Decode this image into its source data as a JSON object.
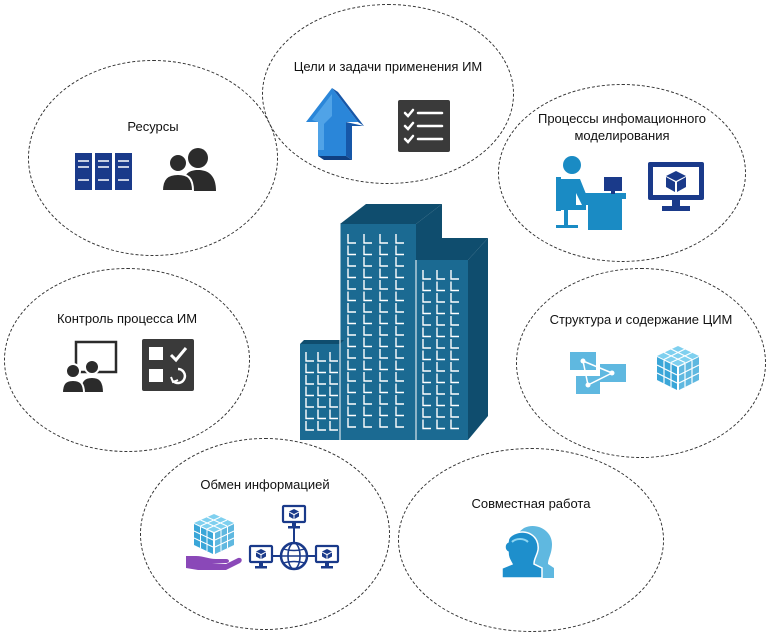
{
  "topics": {
    "goals": "Цели и задачи применения ИМ",
    "resources": "Ресурсы",
    "processes_line1": "Процессы инфомационного",
    "processes_line2": "моделирования",
    "control": "Контроль процесса ИМ",
    "structure": "Структура и содержание ЦИМ",
    "exchange": "Обмен информацией",
    "collaboration": "Совместная работа"
  },
  "colors": {
    "building": "#1b6a92",
    "building_dark": "#0f4d6e",
    "icon_dark": "#2b2b2b",
    "icon_navy": "#1a3a8a",
    "icon_blue": "#2a86d9",
    "icon_light": "#5fc3e8",
    "dash": "#333333"
  },
  "icons": {
    "resources": [
      "server-rack-icon",
      "people-icon"
    ],
    "goals": [
      "upward-arrow-icon",
      "checklist-icon"
    ],
    "processes": [
      "desk-worker-icon",
      "monitor-cube-icon"
    ],
    "control": [
      "presentation-icon",
      "task-board-icon"
    ],
    "structure": [
      "diagram-flow-icon",
      "cube-grid-icon"
    ],
    "exchange": [
      "hand-cube-icon",
      "network-monitors-icon"
    ],
    "collaboration": [
      "two-heads-icon"
    ],
    "center": [
      "building-icon"
    ]
  }
}
